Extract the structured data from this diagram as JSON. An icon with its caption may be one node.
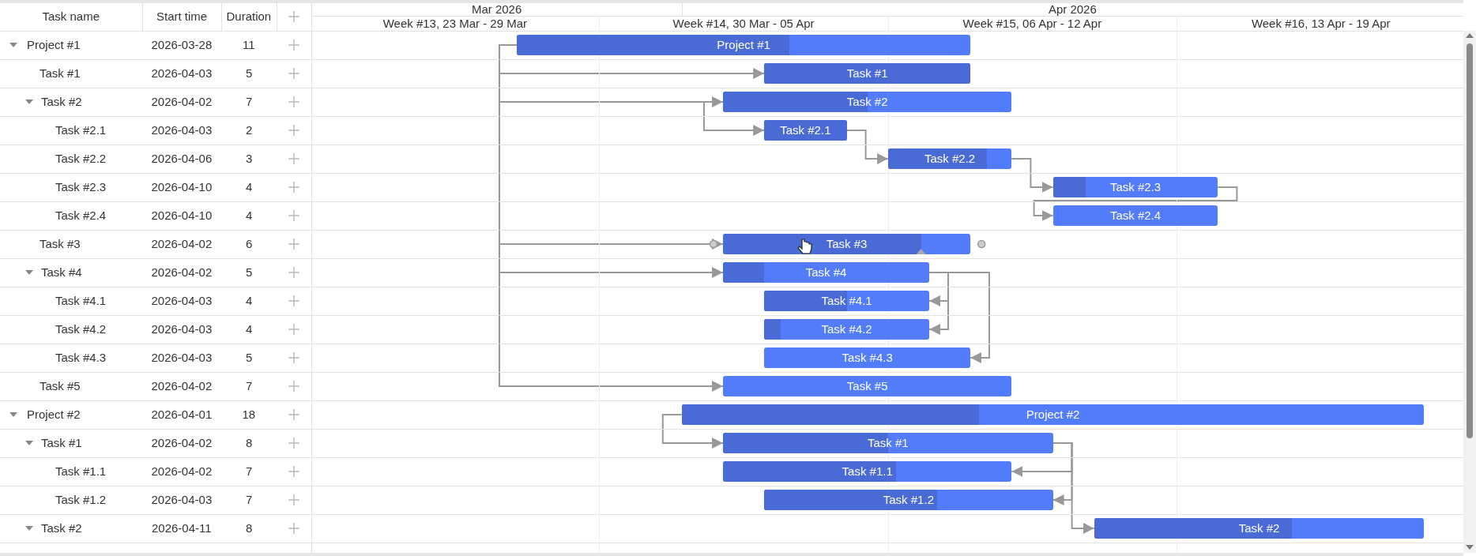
{
  "diagram": {
    "nodes": [
      {
        "text": [
          "Project #1"
        ]
      },
      {
        "text": [
          "Task #1"
        ]
      },
      {
        "text": [
          "Task #2"
        ]
      },
      {
        "text": [
          "Task #2.1"
        ]
      },
      {
        "text": [
          "Task #2.2"
        ]
      },
      {
        "text": [
          "Task #2.3"
        ]
      },
      {
        "text": [
          "Task #2.4"
        ]
      },
      {
        "text": [
          "Task #3"
        ]
      },
      {
        "text": [
          "Task #4"
        ]
      },
      {
        "text": [
          "Task #4.1"
        ]
      },
      {
        "text": [
          "Task #4.2"
        ]
      },
      {
        "text": [
          "Task #4.3"
        ]
      },
      {
        "text": [
          "Task #5"
        ]
      },
      {
        "text": [
          "Project #2"
        ]
      },
      {
        "text": [
          "Task #1"
        ]
      },
      {
        "text": [
          "Task #1.1"
        ]
      },
      {
        "text": [
          "Task #1.2"
        ]
      },
      {
        "text": [
          "Task #2"
        ]
      }
    ],
    "edges": [
      {
        "from": 0,
        "to": 1,
        "arrow": "to"
      },
      {
        "from": 0,
        "to": 2,
        "arrow": "to"
      },
      {
        "from": 0,
        "to": 7,
        "arrow": "to"
      },
      {
        "from": 0,
        "to": 8,
        "arrow": "to"
      },
      {
        "from": 0,
        "to": 12,
        "arrow": "to"
      },
      {
        "from": 2,
        "to": 3,
        "arrow": "to"
      },
      {
        "from": 3,
        "to": 4,
        "arrow": "to"
      },
      {
        "from": 4,
        "to": 5,
        "arrow": "to"
      },
      {
        "from": 5,
        "to": 6,
        "arrow": "to"
      },
      {
        "from": 8,
        "to": 9,
        "arrow": "to"
      },
      {
        "from": 8,
        "to": 10,
        "arrow": "to"
      },
      {
        "from": 8,
        "to": 11,
        "arrow": "to"
      },
      {
        "from": 13,
        "to": 14,
        "arrow": "to"
      },
      {
        "from": 14,
        "to": 15,
        "arrow": "to"
      },
      {
        "from": 14,
        "to": 16,
        "arrow": "to"
      },
      {
        "from": 14,
        "to": 17,
        "arrow": "to"
      }
    ],
    "labels": [
      "Task name",
      "Start time",
      "Duration",
      "Mar 2026",
      "Apr 2026",
      "Week #13, 23 Mar - 29 Mar",
      "Week #14, 30 Mar - 05 Apr",
      "Week #15, 06 Apr - 12 Apr",
      "Week #16, 13 Apr - 19 Apr",
      "Project #1",
      "2026-03-28",
      "11",
      "Task #1",
      "2026-04-03",
      "5",
      "Task #2",
      "2026-04-02",
      "7",
      "Task #2.1",
      "2026-04-03",
      "2",
      "Task #2.2",
      "2026-04-06",
      "3",
      "Task #2.3",
      "2026-04-10",
      "4",
      "Task #2.4",
      "2026-04-10",
      "4",
      "Task #3",
      "2026-04-02",
      "6",
      "Task #4",
      "2026-04-02",
      "5",
      "Task #4.1",
      "2026-04-03",
      "4",
      "Task #4.2",
      "2026-04-03",
      "4",
      "Task #4.3",
      "2026-04-03",
      "5",
      "Task #5",
      "2026-04-02",
      "7",
      "Project #2",
      "2026-04-01",
      "18",
      "Task #1",
      "2026-04-02",
      "8",
      "Task #1.1",
      "2026-04-02",
      "7",
      "Task #1.2",
      "2026-04-03",
      "7",
      "Task #2",
      "2026-04-11",
      "8"
    ]
  }
}
